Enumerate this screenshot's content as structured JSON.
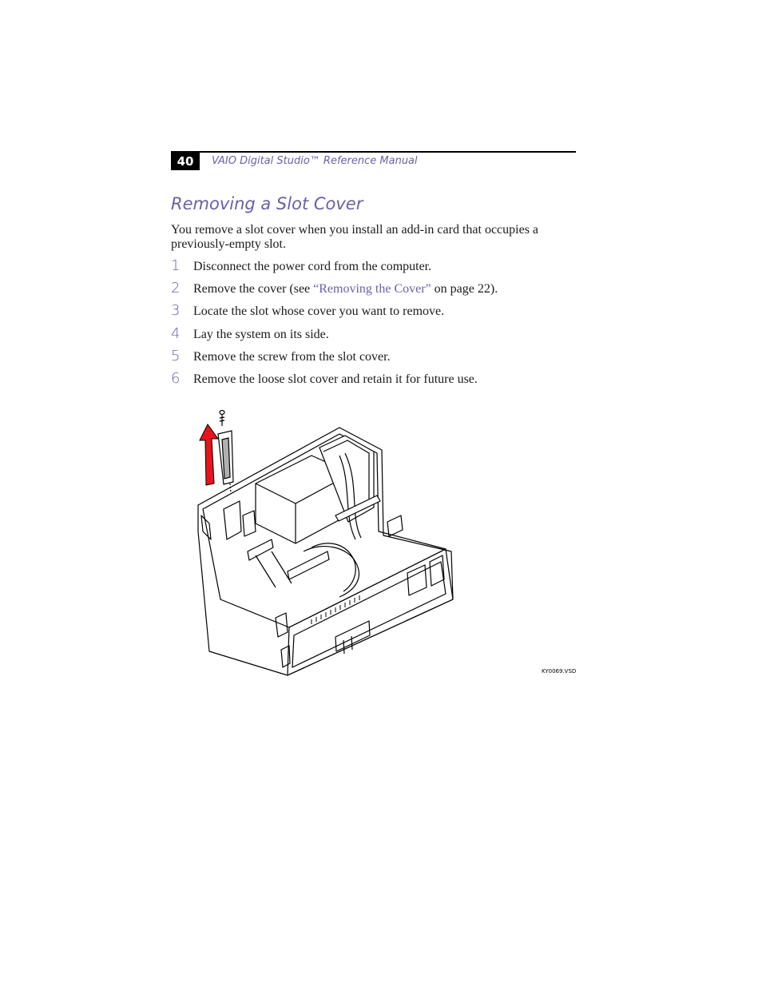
{
  "header": {
    "page_number": "40",
    "running_title": "VAIO Digital Studio™ Reference Manual"
  },
  "section": {
    "title": "Removing a Slot Cover",
    "intro": "You remove a slot cover when you install an add-in card that occupies a previously-empty slot."
  },
  "steps": [
    {
      "num": "1",
      "text": "Disconnect the power cord from the computer."
    },
    {
      "num": "2",
      "pre": "Remove the cover (see ",
      "link": "“Removing the Cover”",
      "post": " on page 22)."
    },
    {
      "num": "3",
      "text": "Locate the slot whose cover you want to remove."
    },
    {
      "num": "4",
      "text": "Lay the system on its side."
    },
    {
      "num": "5",
      "text": "Remove the screw from the slot cover."
    },
    {
      "num": "6",
      "text": "Remove the loose slot cover and retain it for future use."
    }
  ],
  "figure": {
    "code": "KY0069.VSD",
    "arrow_color": "#e8141b"
  },
  "colors": {
    "accent": "#6b5fa6",
    "text": "#1a1a1a"
  }
}
